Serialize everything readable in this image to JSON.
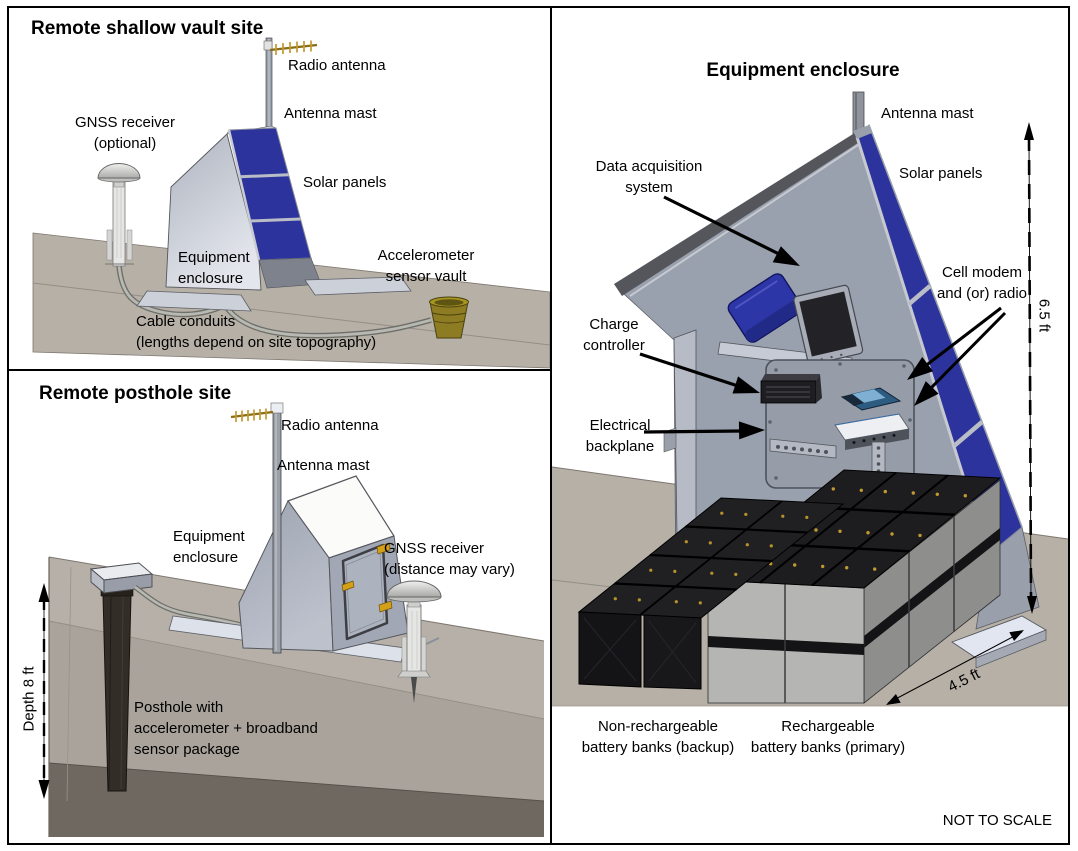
{
  "figure": {
    "scale_note": "NOT TO SCALE"
  },
  "vault_panel": {
    "title": "Remote shallow vault site",
    "labels": {
      "radio_antenna": "Radio antenna",
      "antenna_mast": "Antenna mast",
      "gnss_receiver": "GNSS receiver\n(optional)",
      "solar_panels": "Solar panels",
      "equipment_enclosure": "Equipment\nenclosure",
      "accelerometer_vault": "Accelerometer\nsensor vault",
      "cable_conduits": "Cable conduits\n(lengths depend on site topography)"
    }
  },
  "posthole_panel": {
    "title": "Remote posthole site",
    "labels": {
      "radio_antenna": "Radio antenna",
      "antenna_mast": "Antenna mast",
      "equipment_enclosure": "Equipment\nenclosure",
      "gnss_receiver": "GNSS receiver\n(distance may vary)",
      "posthole_package": "Posthole with\naccelerometer + broadband\nsensor package",
      "depth": "Depth 8 ft"
    }
  },
  "enclosure_panel": {
    "title": "Equipment enclosure",
    "labels": {
      "antenna_mast": "Antenna mast",
      "solar_panels": "Solar panels",
      "data_acquisition": "Data acquisition\nsystem",
      "cell_modem": "Cell modem\nand (or) radio",
      "charge_controller": "Charge\ncontroller",
      "electrical_backplane": "Electrical\nbackplane",
      "backup_batteries": "Non-rechargeable\nbattery banks (backup)",
      "primary_batteries": "Rechargeable\nbattery banks (primary)",
      "height": "6.5 ft",
      "depth": "4.5 ft"
    }
  },
  "colors": {
    "solar_panel_blue": "#2c339c",
    "device_blue": "#2d36a6",
    "ground_tan": "#b6b0a7",
    "ground_front": "#a9a39b",
    "pit_dark": "#6e6860",
    "metal_gray": "#9aa0ae",
    "roof_white": "#fbfbfa",
    "battery_black": "#18181a",
    "battery_gray": "#b5b5b3",
    "terminal_gold": "#c09a30",
    "vault_bucket_olive": "#8d7c22",
    "hinge_gold": "#d4a017"
  }
}
